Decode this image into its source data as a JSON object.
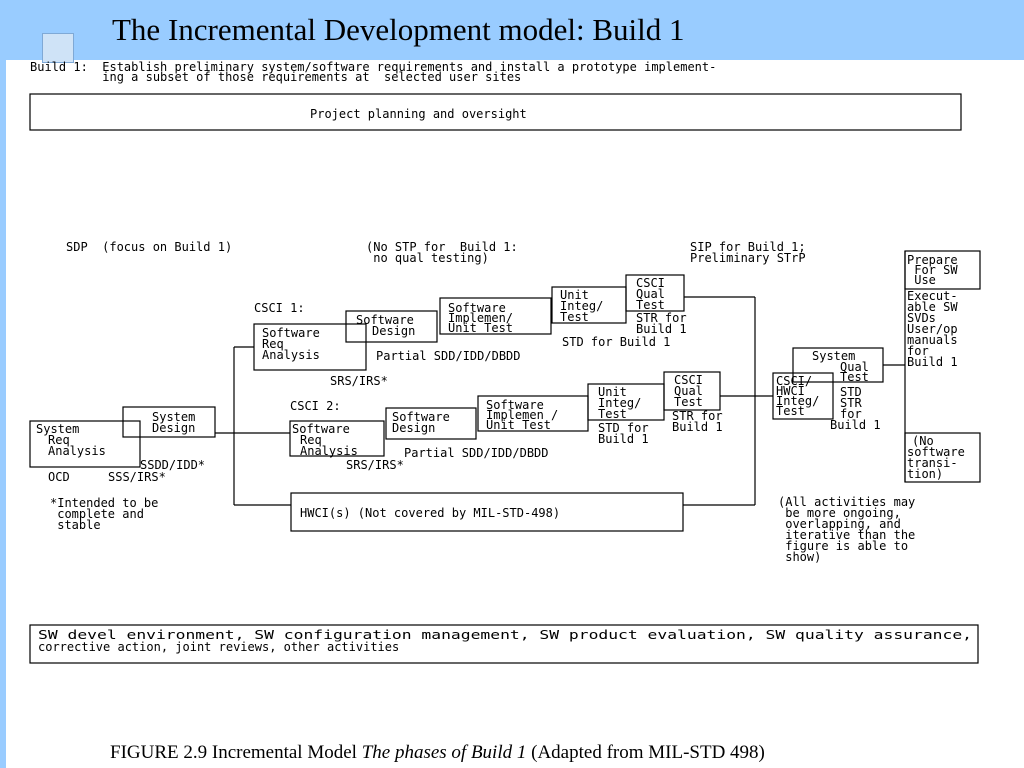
{
  "slide": {
    "title": "The Incremental Development model: Build 1"
  },
  "figure": {
    "build_desc": [
      "Build 1:  Establish preliminary system/software requirements and install a prototype implement-",
      "          ing a subset of those requirements at  selected user sites"
    ],
    "project_planning": "Project planning and oversight",
    "sdp_note": "SDP  (focus on Build 1)",
    "stp_note": [
      "(No STP for  Build 1:",
      " no qual testing)"
    ],
    "sip_note": [
      "SIP for Build 1;",
      "Preliminary STrP"
    ],
    "csci1_label": "CSCI 1:",
    "csci2_label": "CSCI 2:",
    "boxes": {
      "sys_req": [
        "System",
        "Req",
        "Analysis"
      ],
      "sys_design": [
        "System",
        "Design"
      ],
      "sw_req_1": [
        "Software",
        "Req",
        "Analysis"
      ],
      "sw_design_1": [
        "Software",
        "Design"
      ],
      "sw_impl_1": [
        "Software",
        "Implemen/",
        "Unit Test"
      ],
      "unit_integ_1": [
        "Unit",
        "Integ/",
        "Test"
      ],
      "csci_qual_1": [
        "CSCI",
        "Qual",
        "Test"
      ],
      "sw_req_2": [
        "Software",
        "Req",
        "Analysis"
      ],
      "sw_design_2": [
        "Software",
        "Design"
      ],
      "sw_impl_2": [
        "Software",
        "Implemen /",
        "Unit Test"
      ],
      "unit_integ_2": [
        "Unit",
        "Integ/",
        "Test"
      ],
      "csci_qual_2": [
        "CSCI",
        "Qual",
        "Test"
      ],
      "hwci_integ": [
        "CSCI/",
        "HWCI",
        "Integ/",
        "Test"
      ],
      "sys_qual": [
        "System",
        "Qual",
        "Test"
      ],
      "prepare_sw": [
        "Prepare",
        " For SW",
        " Use"
      ],
      "no_sw_transition": [
        "(No",
        "software",
        "transi-",
        "tion)"
      ],
      "hwci": "HWCI(s)  (Not covered by MIL-STD-498)"
    },
    "products": {
      "srs_irs_1": "SRS/IRS*",
      "srs_irs_2": "SRS/IRS*",
      "partial_1": "Partial SDD/IDD/DBDD",
      "partial_2": "Partial SDD/IDD/DBDD",
      "std_build1_1": "STD for Build 1",
      "str_build1_1": [
        "STR for",
        "Build 1"
      ],
      "std_build1_2": [
        "STD for",
        "Build 1"
      ],
      "str_build1_2": [
        "STR for",
        "Build 1"
      ],
      "ssdd_idd": "SSDD/IDD*",
      "ocd": "OCD",
      "sss_irs": "SSS/IRS*",
      "std_str_build1": [
        "STD",
        "STR",
        "for",
        "Build 1"
      ],
      "executables": [
        "Execut-",
        "able SW",
        "SVDs",
        "User/op",
        "manuals",
        "for",
        "Build 1"
      ]
    },
    "intended_note": [
      "*Intended to be",
      " complete and",
      " stable"
    ],
    "all_activities_note": [
      "(All activities may",
      " be more ongoing,",
      " overlapping, and",
      " iterative than the",
      " figure is able to",
      " show)"
    ],
    "bottom_box": [
      "SW devel environment, SW configuration management, SW product evaluation, SW quality assurance,",
      "corrective action, joint reviews, other activities"
    ]
  },
  "caption": {
    "prefix": "FIGURE 2.9  Incremental Model ",
    "italic": "The phases of Build 1",
    "suffix": " (Adapted from MIL-STD 498)"
  }
}
